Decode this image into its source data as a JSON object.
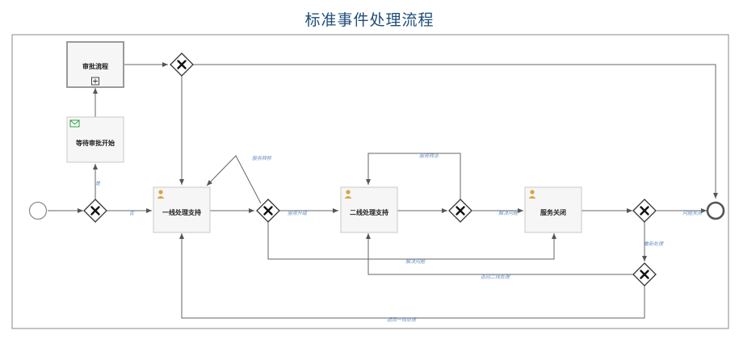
{
  "page_title": "标准事件处理流程",
  "tasks": {
    "approval_flow": "审批流程",
    "wait_approval": "等待审批开始",
    "first_line": "一线处理支持",
    "second_line": "二线处理支持",
    "close": "服务关闭"
  },
  "flow_labels": {
    "no": "否",
    "yes": "是",
    "service_transfer": "服务转移",
    "service_upgrade": "服务升级",
    "service_transfer_2": "服务转派",
    "resolve": "解决问题",
    "resolve_2": "解决问题",
    "problem_closed": "问题关闭",
    "reprocess": "重新处理",
    "return_second": "返回二线处理",
    "return_first": "返回一线处理"
  },
  "icons": {
    "user_task": "user-icon",
    "message": "envelope-icon",
    "subprocess": "plus-square-icon",
    "gateway": "exclusive-gateway-x"
  },
  "colors": {
    "title": "#1f4e79",
    "label": "#6c8fc0",
    "user_icon": "#d9a441",
    "envelope": "#2e9e45"
  }
}
